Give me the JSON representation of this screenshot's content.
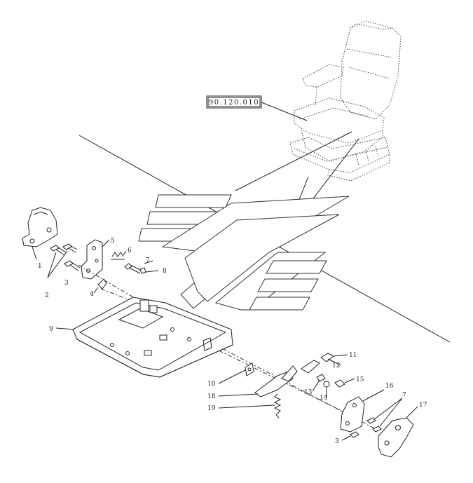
{
  "reference_box": {
    "text": "90.120.010"
  },
  "callouts": [
    {
      "id": "c1",
      "label": "1"
    },
    {
      "id": "c2",
      "label": "2"
    },
    {
      "id": "c3a",
      "label": "3"
    },
    {
      "id": "c4",
      "label": "4"
    },
    {
      "id": "c5",
      "label": "5"
    },
    {
      "id": "c6",
      "label": "6"
    },
    {
      "id": "c7a",
      "label": "7"
    },
    {
      "id": "c8",
      "label": "8"
    },
    {
      "id": "c9",
      "label": "9"
    },
    {
      "id": "c10",
      "label": "10"
    },
    {
      "id": "c11",
      "label": "11"
    },
    {
      "id": "c12",
      "label": "12"
    },
    {
      "id": "c13",
      "label": "13"
    },
    {
      "id": "c14",
      "label": "14"
    },
    {
      "id": "c15",
      "label": "15"
    },
    {
      "id": "c16",
      "label": "16"
    },
    {
      "id": "c7b",
      "label": "7"
    },
    {
      "id": "c17",
      "label": "17"
    },
    {
      "id": "c18",
      "label": "18"
    },
    {
      "id": "c19",
      "label": "19"
    },
    {
      "id": "c3b",
      "label": "3"
    }
  ]
}
